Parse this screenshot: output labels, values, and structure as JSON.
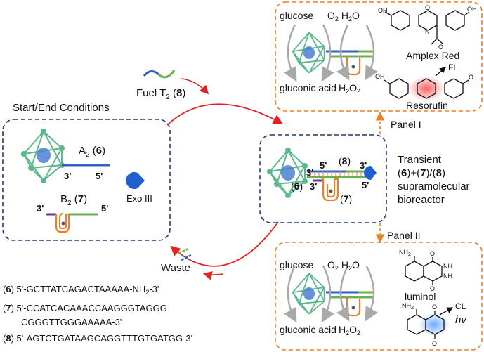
{
  "panel_labels": {
    "panel_1": "Panel I",
    "panel_2": "Panel II"
  },
  "start_end": {
    "title": "Start/End Conditions",
    "a2_label": "A",
    "a2_sub": "2",
    "a2_num": "6",
    "a2_three_prime": "3'",
    "a2_five_prime": "5'",
    "b2_label": "B",
    "b2_sub": "2",
    "b2_num": "7",
    "b2_three_prime": "3'",
    "b2_five_prime": "5'",
    "exo_label": "Exo III"
  },
  "fuel": {
    "label": "Fuel T",
    "sub": "2",
    "num": "8"
  },
  "waste": "Waste",
  "transient": {
    "line1": "Transient",
    "line2_a": "6",
    "line2_b": "7",
    "line2_c": "8",
    "line3": "supramolecular",
    "line4": "bioreactor",
    "strand_8": "8",
    "strand_6": "6",
    "strand_7": "7",
    "p5_top": "5'",
    "p3_top": "3'",
    "p3_mid": "3'",
    "p5_mid": "5'",
    "p3_low": "3'"
  },
  "panel_1": {
    "glucose": "glucose",
    "o2": "O",
    "o2_sub": "2",
    "h2o": "H",
    "h2o_sub": "2",
    "h2o_o": "O",
    "gluconic": "gluconic acid",
    "h2o2_a": "H",
    "h2o2_sub1": "2",
    "h2o2_b": "O",
    "h2o2_sub2": "2",
    "amplex": "Amplex Red",
    "resorufin": "Resorufin",
    "fl": "FL",
    "oh": "OH",
    "o": "O",
    "n": "N"
  },
  "panel_2": {
    "glucose": "glucose",
    "o2": "O",
    "o2_sub": "2",
    "h2o": "H",
    "h2o_sub": "2",
    "h2o_o": "O",
    "gluconic": "gluconic acid",
    "h2o2_a": "H",
    "h2o2_sub1": "2",
    "h2o2_b": "O",
    "h2o2_sub2": "2",
    "luminol": "luminol",
    "cl": "CL",
    "hv": "hv",
    "nh2": "NH",
    "nh2_sub": "2",
    "o": "O",
    "nh": "NH"
  },
  "sequences": [
    {
      "num": "6",
      "text": "5'-GCTTATCAGACTAAAAA-NH",
      "sub": "2",
      "tail": "-3'"
    },
    {
      "num": "7",
      "text": "5'-CCATCACAAACCAAGGGTAGGG",
      "sub": "",
      "tail": ""
    },
    {
      "num": "",
      "text": "CGGGTTGGGAAAAA-3'",
      "sub": "",
      "tail": ""
    },
    {
      "num": "8",
      "text": "5'-AGTCTGATAAGCAGGTTTGTGATGG-3'",
      "sub": "",
      "tail": ""
    }
  ],
  "colors": {
    "dashed_blue": "#1f3b73",
    "dashed_orange": "#e8822a",
    "arrow_red": "#e32222",
    "octahedron": "#5cb88a",
    "enzyme": "#4a7fd1",
    "strand_blue": "#2f5fcf",
    "strand_green": "#6ab04a",
    "strand_orange": "#e8822a",
    "strand_purple": "#6a2fa0",
    "exo": "#1f5fcf"
  }
}
